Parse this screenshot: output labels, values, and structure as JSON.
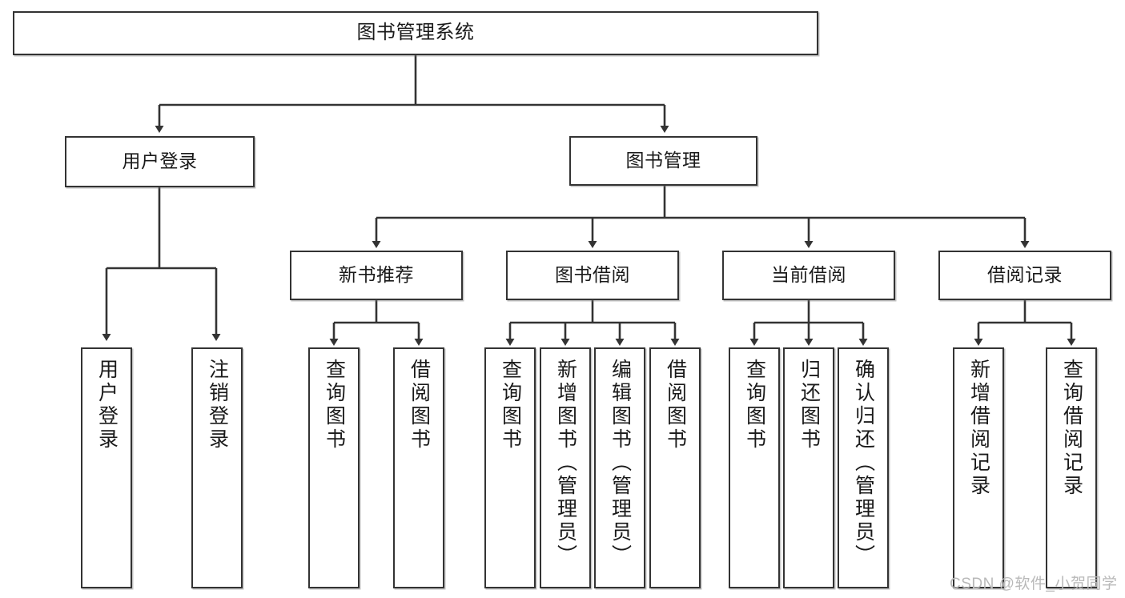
{
  "diagram": {
    "title": "图书管理系统",
    "type": "tree-hierarchy-diagram",
    "theme": {
      "background": "#ffffff",
      "box_border": "#333333",
      "box_fill": "#ffffff",
      "connector": "#333333",
      "watermark_color": "#b9b9b9"
    },
    "root": {
      "label": "图书管理系统"
    },
    "level2": [
      {
        "label": "用户登录"
      },
      {
        "label": "图书管理"
      }
    ],
    "level3": [
      {
        "label": "新书推荐"
      },
      {
        "label": "图书借阅"
      },
      {
        "label": "当前借阅"
      },
      {
        "label": "借阅记录"
      }
    ],
    "leaves": {
      "user_login": [
        {
          "label": "用户登录"
        },
        {
          "label": "注销登录"
        }
      ],
      "new_book_recommend": [
        {
          "label": "查询图书"
        },
        {
          "label": "借阅图书"
        }
      ],
      "book_borrow": [
        {
          "label": "查询图书"
        },
        {
          "label": "新增图书（管理员）"
        },
        {
          "label": "编辑图书（管理员）"
        },
        {
          "label": "借阅图书"
        }
      ],
      "current_borrow": [
        {
          "label": "查询图书"
        },
        {
          "label": "归还图书"
        },
        {
          "label": "确认归还（管理员）"
        }
      ],
      "borrow_record": [
        {
          "label": "新增借阅记录"
        },
        {
          "label": "查询借阅记录"
        }
      ]
    }
  },
  "watermark": {
    "text": "CSDN @软件_小贺同学"
  }
}
